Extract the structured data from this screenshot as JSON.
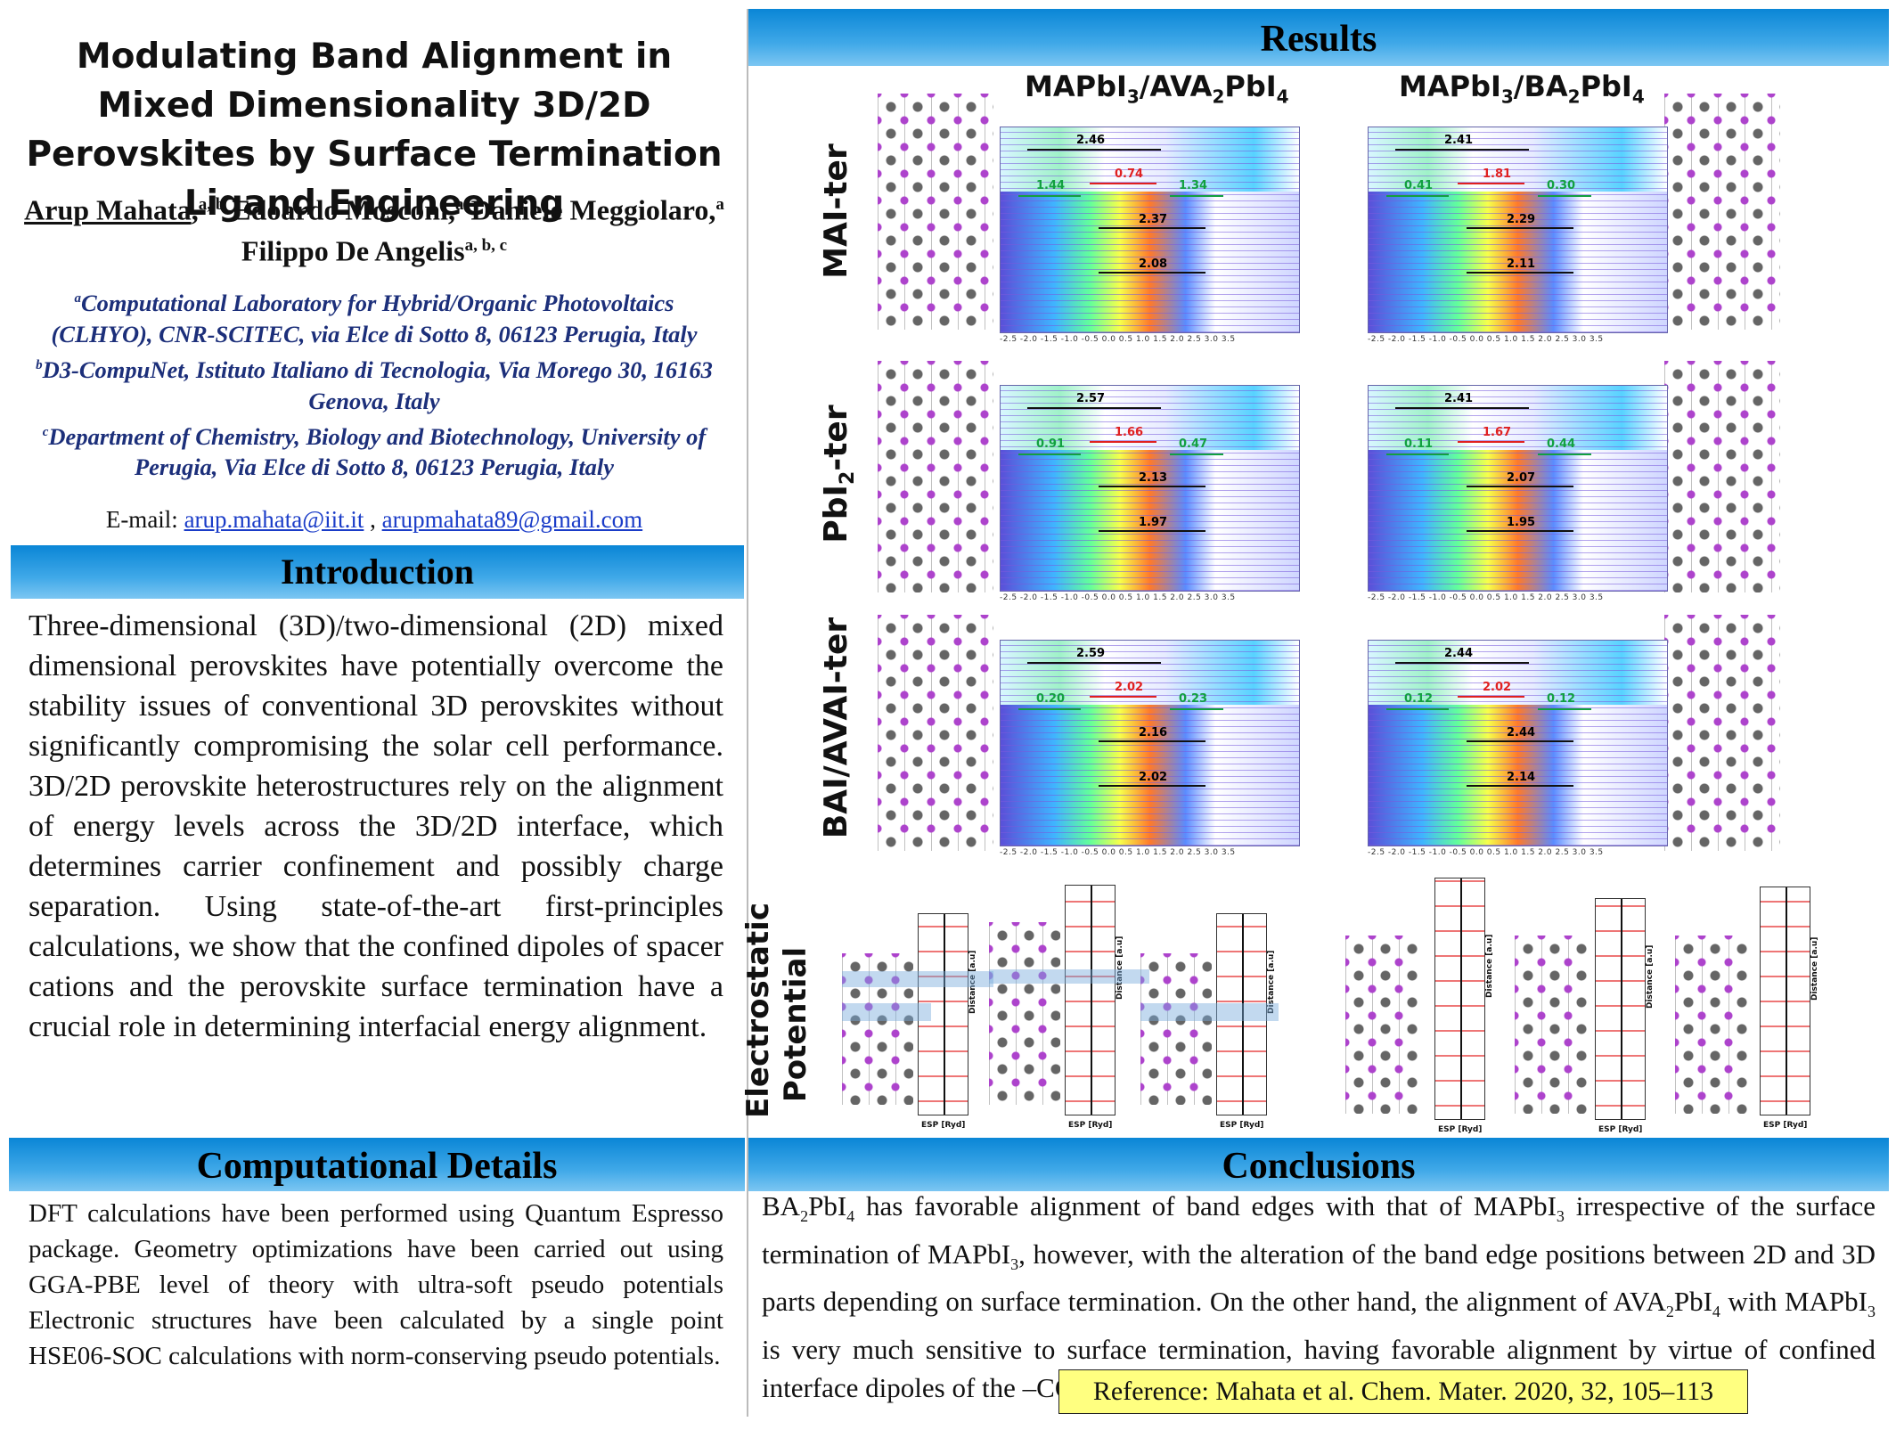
{
  "title": "Modulating Band Alignment in Mixed Dimensionality 3D/2D Perovskites by Surface Termination Ligand Engineering",
  "authors": {
    "a1": "Arup Mahata",
    "a1_sup": "a, b",
    "a2": " Edoardo Mosconi,",
    "a2_sup": "a",
    "a3": " Daniele Meggiolaro,",
    "a3_sup": "a",
    "a4": " Filippo De Angelis",
    "a4_sup": "a, b, c"
  },
  "affiliations": [
    {
      "sup": "a",
      "text": "Computational Laboratory for Hybrid/Organic Photovoltaics (CLHYO), CNR-SCITEC, via Elce di Sotto 8, 06123 Perugia, Italy"
    },
    {
      "sup": "b",
      "text": "D3-CompuNet, Istituto Italiano di Tecnologia, Via Morego 30, 16163 Genova, Italy"
    },
    {
      "sup": "c",
      "text": "Department of Chemistry, Biology and Biotechnology, University of Perugia, Via Elce di Sotto 8, 06123 Perugia, Italy"
    }
  ],
  "email": {
    "label": "E-mail:",
    "addr1": "arup.mahata@iit.it",
    "sep": " , ",
    "addr2": "arupmahata89@gmail.com"
  },
  "sections": {
    "introduction": "Introduction",
    "computational": "Computational Details",
    "results": "Results",
    "conclusions": "Conclusions"
  },
  "introduction_text": "Three-dimensional (3D)/two-dimensional (2D) mixed dimensional perovskites have potentially overcome the stability issues of conventional 3D perovskites without significantly compromising the solar cell performance. 3D/2D perovskite heterostructures rely on the alignment of energy levels across the 3D/2D interface, which determines carrier confinement and possibly charge separation. Using state-of-the-art first-principles calculations, we show that the confined dipoles of spacer cations and the perovskite surface termination have a crucial role in determining interfacial energy alignment.",
  "computational_text": "DFT calculations have been performed using Quantum Espresso package. Geometry optimizations have been carried out using GGA-PBE level of theory with ultra-soft pseudo potentials Electronic structures have been calculated by a single point HSE06-SOC calculations with norm-conserving pseudo potentials.",
  "results": {
    "col1_header": {
      "pre": "MAPbI",
      "sub1": "3",
      "mid": "/AVA",
      "sub2": "2",
      "post": "PbI",
      "sub3": "4"
    },
    "col2_header": {
      "pre": "MAPbI",
      "sub1": "3",
      "mid": "/BA",
      "sub2": "2",
      "post": "PbI",
      "sub3": "4"
    },
    "row_labels": {
      "r1": "MAI-ter",
      "r2_pre": "PbI",
      "r2_sub": "2",
      "r2_post": "-ter",
      "r3": "BAI/AVAI-ter"
    },
    "esp_label": {
      "l1": "Electrostatic",
      "l2": "Potential"
    },
    "esp_xlabel": "ESP [Ryd]",
    "esp_ylabel": "Distance [a.u]",
    "axis_ticks": "-2.5  -2.0  -1.5  -1.0  -0.5  0.0  0.5  1.0  1.5  2.0  2.5  3.0  3.5",
    "panels": [
      {
        "gap2d": "2.46",
        "offset": "0.74",
        "left": "1.44",
        "right": "1.34",
        "gap_a": "2.37",
        "gap_b": "2.08"
      },
      {
        "gap2d": "2.41",
        "offset": "1.81",
        "left": "0.41",
        "right": "0.30",
        "gap_a": "2.29",
        "gap_b": "2.11"
      },
      {
        "gap2d": "2.57",
        "offset": "1.66",
        "left": "0.91",
        "right": "0.47",
        "gap_a": "2.13",
        "gap_b": "1.97"
      },
      {
        "gap2d": "2.41",
        "offset": "1.67",
        "left": "0.11",
        "right": "0.44",
        "gap_a": "2.07",
        "gap_b": "1.95"
      },
      {
        "gap2d": "2.59",
        "offset": "2.02",
        "left": "0.20",
        "right": "0.23",
        "gap_a": "2.16",
        "gap_b": "2.02"
      },
      {
        "gap2d": "2.44",
        "offset": "2.02",
        "left": "0.12",
        "right": "0.12",
        "gap_a": "2.44",
        "gap_b": "2.14"
      }
    ]
  },
  "conclusions": {
    "p1": "BA",
    "p1s": "2",
    "p2": "PbI",
    "p2s": "4",
    "p3": " has favorable alignment of band edges with that of MAPbI",
    "p3s": "3",
    "p4": " irrespective of the surface termination of MAPbI",
    "p4s": "3",
    "p5": ", however, with the alteration of the band edge positions between 2D and 3D parts depending on surface termination. On the other hand, the alignment of AVA",
    "p5s": "2",
    "p6": "PbI",
    "p6s": "4",
    "p7": " with MAPbI",
    "p7s": "3",
    "p8": " is very much sensitive to surface termination, having favorable alignment by virtue of confined interface dipoles of the –COOH groups."
  },
  "reference": "Reference: Mahata et al. Chem. Mater. 2020, 32, 105–113",
  "colors": {
    "band_top": "#0a86d6",
    "affil_text": "#1c2f7a",
    "link": "#1a3cc8",
    "offset_red": "#e02020",
    "offset_green": "#12a040",
    "ref_bg": "#ffff80"
  }
}
